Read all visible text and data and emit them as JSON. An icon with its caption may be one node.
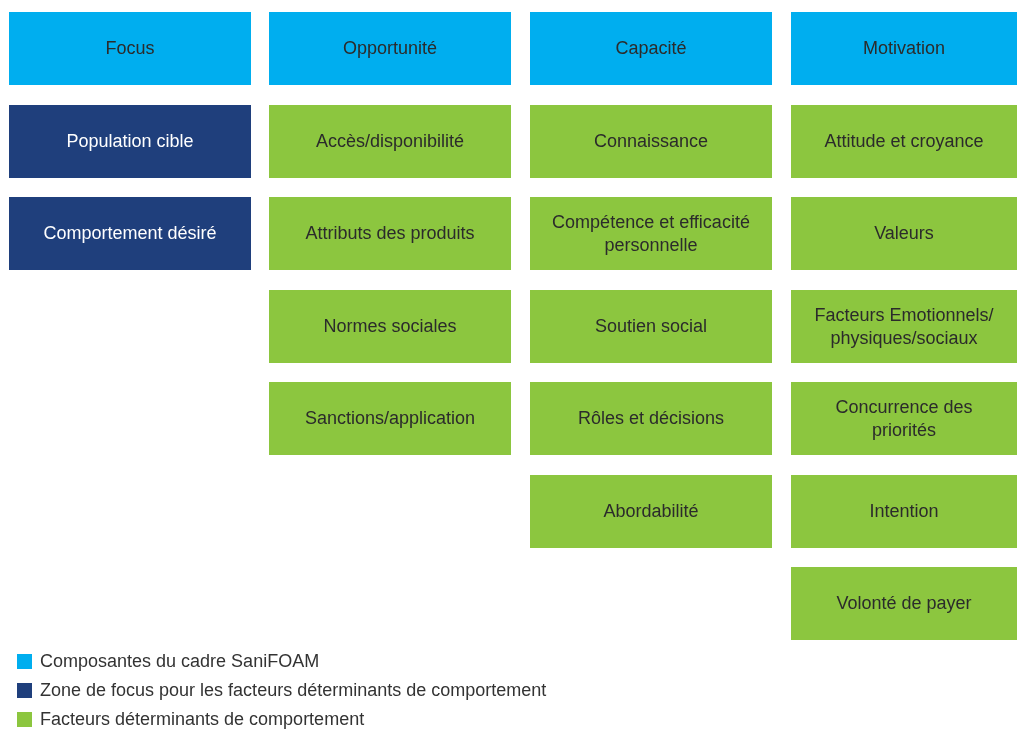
{
  "diagram": {
    "nodes": [
      {
        "text": [
          "Focus"
        ]
      },
      {
        "text": [
          "Opportunité"
        ]
      },
      {
        "text": [
          "Capacité"
        ]
      },
      {
        "text": [
          "Motivation"
        ]
      },
      {
        "text": [
          "Population cible"
        ]
      },
      {
        "text": [
          "Comportement désiré"
        ]
      },
      {
        "text": [
          "Accès/disponibilité"
        ]
      },
      {
        "text": [
          "Attributs des produits"
        ]
      },
      {
        "text": [
          "Normes sociales"
        ]
      },
      {
        "text": [
          "Sanctions/application"
        ]
      },
      {
        "text": [
          "Connaissance"
        ]
      },
      {
        "text": [
          "Compétence et efficacité personnelle"
        ]
      },
      {
        "text": [
          "Soutien social"
        ]
      },
      {
        "text": [
          "Rôles et décisions"
        ]
      },
      {
        "text": [
          "Abordabilité"
        ]
      },
      {
        "text": [
          "Attitude et croyance"
        ]
      },
      {
        "text": [
          "Valeurs"
        ]
      },
      {
        "text": [
          "Facteurs Emotionnels/ physiques/sociaux"
        ]
      },
      {
        "text": [
          "Concurrence des priorités"
        ]
      },
      {
        "text": [
          "Intention"
        ]
      },
      {
        "text": [
          "Volonté de payer"
        ]
      }
    ],
    "legend": [
      {
        "text": "Composantes du cadre SaniFOAM",
        "color": "#00aeef"
      },
      {
        "text": "Zone de focus pour les facteurs déterminants de comportement",
        "color": "#1f3f7c"
      },
      {
        "text": "Facteurs déterminants de comportement",
        "color": "#8cc63f"
      }
    ]
  }
}
